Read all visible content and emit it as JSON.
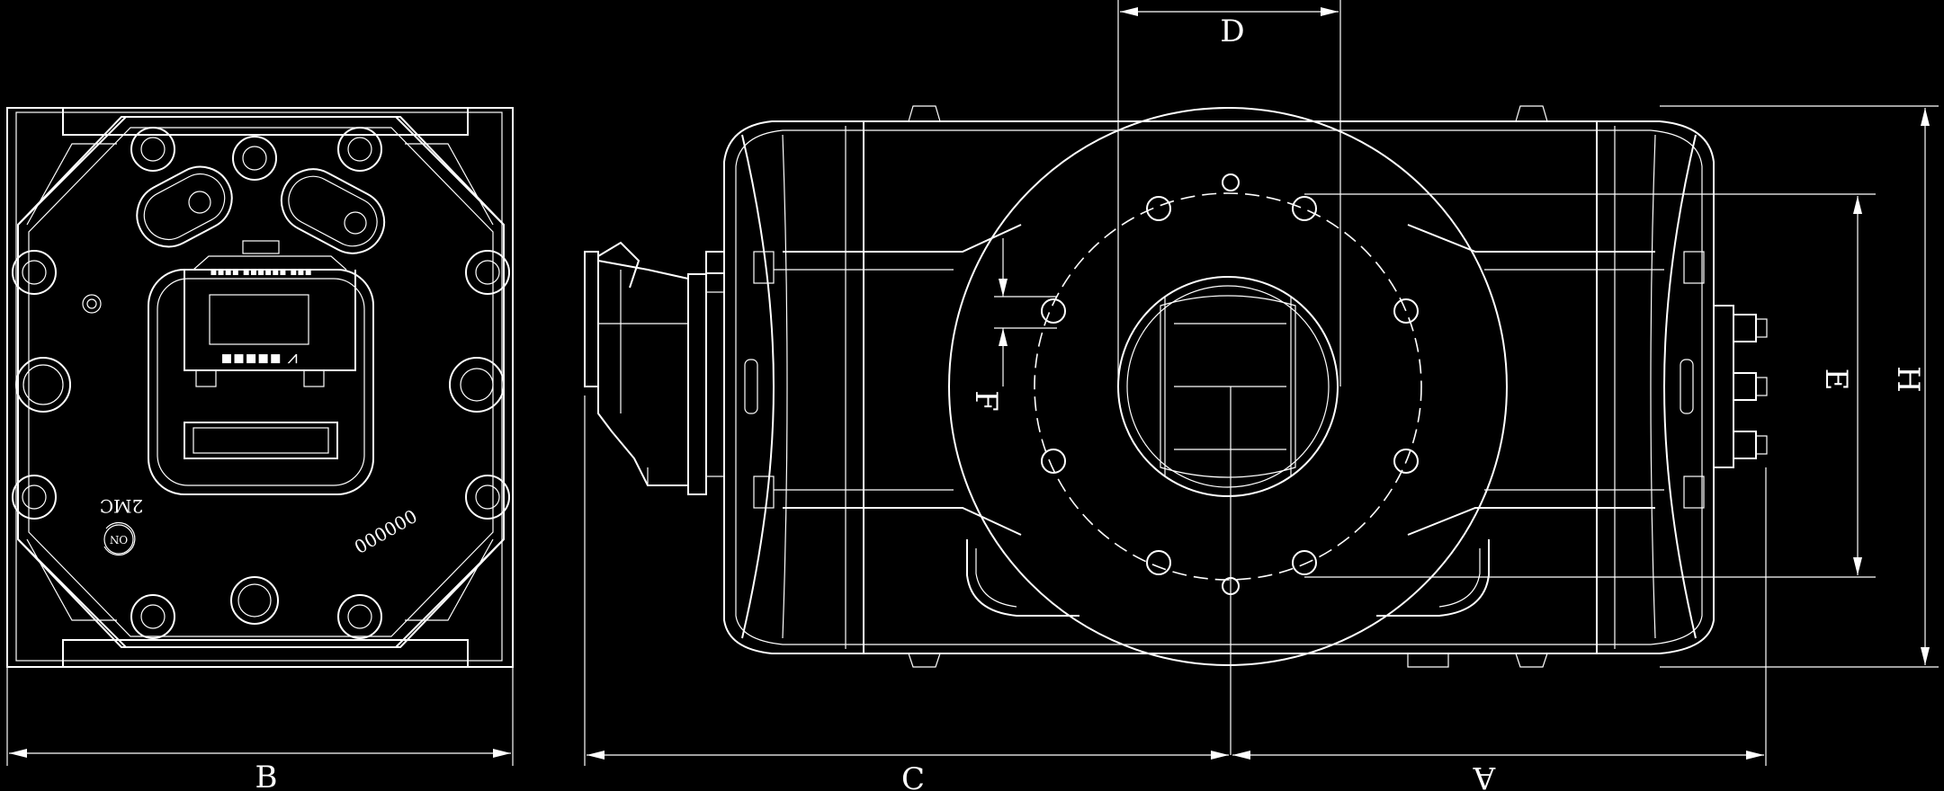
{
  "dimensions": {
    "A": "A",
    "B": "B",
    "C": "C",
    "D": "D",
    "E": "E",
    "F": "F",
    "H": "H"
  },
  "front_view": {
    "serial_number": "000000",
    "rotation_label": "2MC",
    "rotation_badge": "ON"
  },
  "colors": {
    "background": "#000000",
    "line": "#ffffff"
  }
}
